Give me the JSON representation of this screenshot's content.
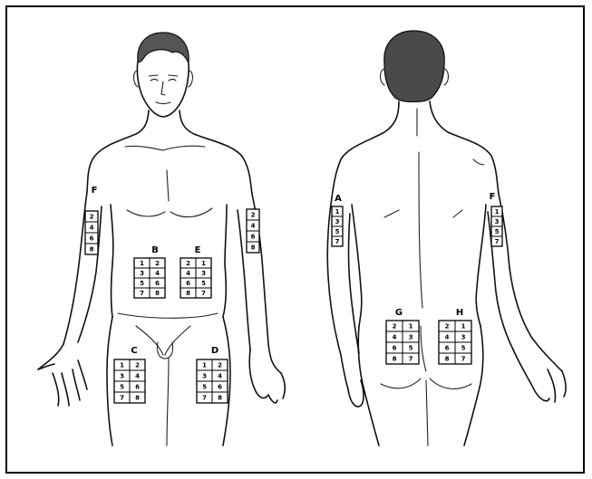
{
  "views": [
    {
      "name": "front"
    },
    {
      "name": "back"
    }
  ],
  "zones": [
    {
      "id": "front-right-arm",
      "letter": "",
      "cols": 1,
      "cells": [
        "2",
        "4",
        "6",
        "8"
      ]
    },
    {
      "id": "front-left-arm",
      "letter": "F",
      "cols": 1,
      "cells": [
        "2",
        "4",
        "6",
        "8"
      ]
    },
    {
      "id": "front-abdomen-left",
      "letter": "B",
      "cols": 2,
      "cells": [
        "1",
        "2",
        "3",
        "4",
        "5",
        "6",
        "7",
        "8"
      ]
    },
    {
      "id": "front-abdomen-right",
      "letter": "E",
      "cols": 2,
      "cells": [
        "2",
        "1",
        "4",
        "3",
        "6",
        "5",
        "8",
        "7"
      ]
    },
    {
      "id": "front-thigh-left",
      "letter": "C",
      "cols": 2,
      "cells": [
        "1",
        "2",
        "3",
        "4",
        "5",
        "6",
        "7",
        "8"
      ]
    },
    {
      "id": "front-thigh-right",
      "letter": "D",
      "cols": 2,
      "cells": [
        "1",
        "2",
        "3",
        "4",
        "5",
        "6",
        "7",
        "8"
      ]
    },
    {
      "id": "back-left-arm",
      "letter": "A",
      "cols": 1,
      "cells": [
        "1",
        "3",
        "5",
        "7"
      ]
    },
    {
      "id": "back-right-arm",
      "letter": "F",
      "cols": 1,
      "cells": [
        "1",
        "3",
        "5",
        "7"
      ]
    },
    {
      "id": "back-buttock-left",
      "letter": "G",
      "cols": 2,
      "cells": [
        "2",
        "1",
        "4",
        "3",
        "6",
        "5",
        "8",
        "7"
      ]
    },
    {
      "id": "back-buttock-right",
      "letter": "H",
      "cols": 2,
      "cells": [
        "2",
        "1",
        "4",
        "3",
        "6",
        "5",
        "8",
        "7"
      ]
    }
  ]
}
